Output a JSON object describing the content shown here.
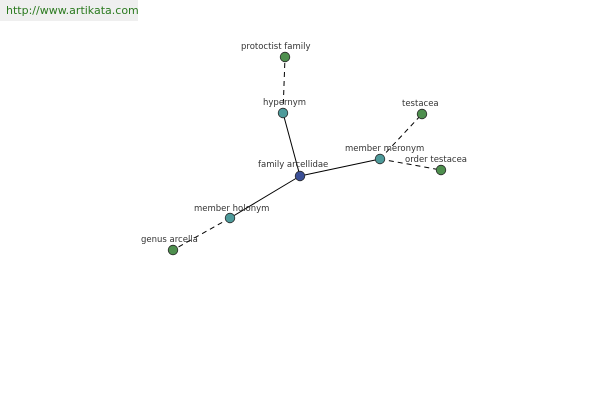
{
  "source": {
    "link_text": "http://www.artikata.com"
  },
  "colors": {
    "center_node": "#3a4f96",
    "relation_node": "#4d9a9a",
    "leaf_node": "#4e8f4e",
    "node_stroke": "#2a2a2a",
    "edge": "#000000",
    "label_text": "#333333",
    "banner_bg": "#efefef",
    "link": "#2b7a1f"
  },
  "graph": {
    "nodes": [
      {
        "id": "family-arcellidae",
        "label": "family arcellidae",
        "kind": "center"
      },
      {
        "id": "hypernym",
        "label": "hypernym",
        "kind": "relation"
      },
      {
        "id": "protoctist-family",
        "label": "protoctist family",
        "kind": "leaf"
      },
      {
        "id": "member-meronym",
        "label": "member meronym",
        "kind": "relation"
      },
      {
        "id": "testacea",
        "label": "testacea",
        "kind": "leaf"
      },
      {
        "id": "order-testacea",
        "label": "order testacea",
        "kind": "leaf"
      },
      {
        "id": "member-holonym",
        "label": "member holonym",
        "kind": "relation"
      },
      {
        "id": "genus-arcella",
        "label": "genus arcella",
        "kind": "leaf"
      }
    ],
    "edges": [
      {
        "from": "family-arcellidae",
        "to": "hypernym",
        "style": "solid"
      },
      {
        "from": "hypernym",
        "to": "protoctist-family",
        "style": "dashed"
      },
      {
        "from": "family-arcellidae",
        "to": "member-meronym",
        "style": "solid"
      },
      {
        "from": "member-meronym",
        "to": "testacea",
        "style": "dashed"
      },
      {
        "from": "member-meronym",
        "to": "order-testacea",
        "style": "dashed"
      },
      {
        "from": "family-arcellidae",
        "to": "member-holonym",
        "style": "solid"
      },
      {
        "from": "member-holonym",
        "to": "genus-arcella",
        "style": "dashed"
      }
    ]
  }
}
